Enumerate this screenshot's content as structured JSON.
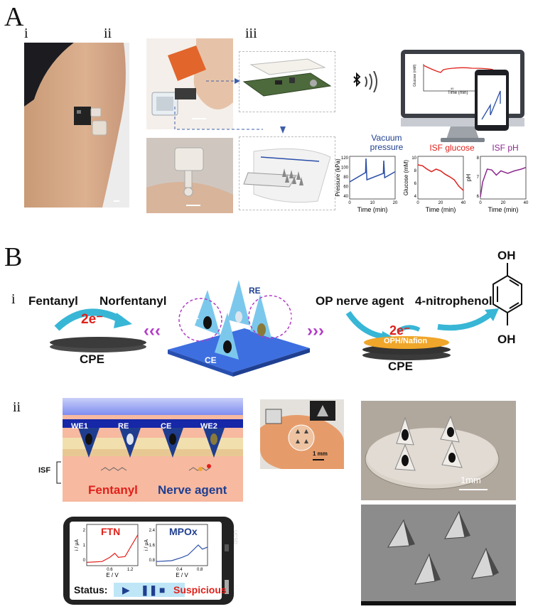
{
  "panels": {
    "A": {
      "letter": "A",
      "sub": [
        "i",
        "ii",
        "iii"
      ],
      "monitor": {
        "ylabel": "Glucose (mM)",
        "xlabel": "Time (min)",
        "tick": "40"
      },
      "plots": [
        {
          "title_line1": "Vacuum",
          "title_line2": "pressure",
          "title_color": "#1f3f8f",
          "ylabel": "Pressure (kPa)",
          "xlabel": "Time (min)",
          "yticks": [
            "120",
            "100",
            "80",
            "60",
            "40"
          ],
          "xticks": [
            "0",
            "10",
            "20"
          ],
          "color": "#2a4fa8"
        },
        {
          "title_line1": "ISF glucose",
          "title_line2": "",
          "title_color": "#e0201a",
          "ylabel": "Glucose (mM)",
          "xlabel": "Time (min)",
          "yticks": [
            "10",
            "8",
            "6",
            "4"
          ],
          "xticks": [
            "0",
            "20",
            "40"
          ],
          "color": "#e0201a"
        },
        {
          "title_line1": "ISF pH",
          "title_line2": "",
          "title_color": "#8e2a8e",
          "ylabel": "pH",
          "xlabel": "Time (min)",
          "yticks": [
            "8",
            "7",
            "6"
          ],
          "xticks": [
            "0",
            "20",
            "40"
          ],
          "color": "#8e2a8e"
        }
      ]
    },
    "B": {
      "letter": "B",
      "sub": [
        "i",
        "ii"
      ],
      "scheme": {
        "fentanyl": "Fentanyl",
        "norfentanyl": "Norfentanyl",
        "electrons": "2e⁻",
        "cpe": "CPE",
        "op": "OP nerve agent",
        "nitrophenol": "4-nitrophenol",
        "oph": "OPH/Nafion",
        "oh_top": "OH",
        "oh_bottom": "OH",
        "electrodes": {
          "we1": "WE1",
          "re": "RE",
          "we2": "WE2",
          "ce": "CE"
        },
        "arrows_left": "‹‹‹",
        "arrows_right": "›››"
      },
      "cross_section": {
        "labels": [
          "WE1",
          "RE",
          "CE",
          "WE2"
        ],
        "isf": "ISF",
        "fentanyl": "Fentanyl",
        "nerve": "Nerve agent"
      },
      "photo_scale": "1 mm",
      "sem_scale": "1mm",
      "phone": {
        "ftn": "FTN",
        "mpox": "MPOx",
        "ylabel": "i / μA",
        "xlabel": "E / V",
        "ftn_yticks": [
          "2",
          "1",
          "0"
        ],
        "ftn_xticks": [
          "0.6",
          "1.2"
        ],
        "mpox_yticks": [
          "2.4",
          "1.6",
          "0.8"
        ],
        "mpox_xticks": [
          "0.4",
          "0.8"
        ],
        "status_label": "Status:",
        "status_value": "Suspicious",
        "side_text": "UCSD"
      }
    }
  }
}
